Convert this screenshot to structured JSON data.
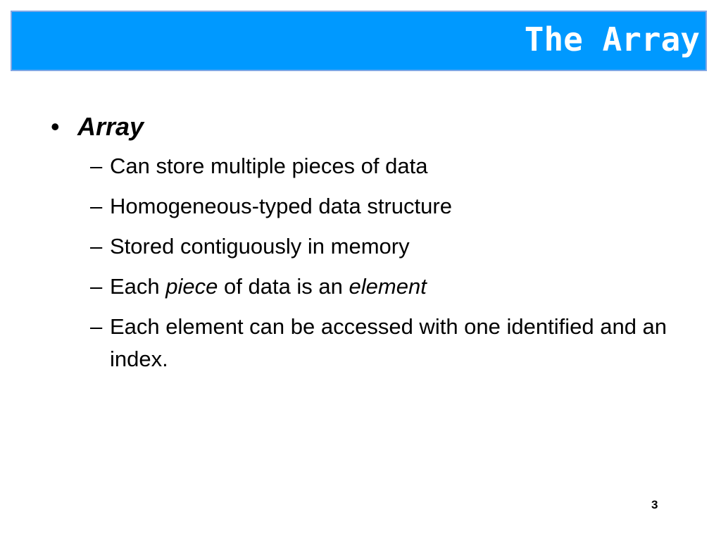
{
  "slide": {
    "title": "The Array",
    "bullet": {
      "marker": "•",
      "text": "Array"
    },
    "sub_items": [
      {
        "dash": "–",
        "text": "Can store multiple pieces of data"
      },
      {
        "dash": "–",
        "text": "Homogeneous-typed data structure"
      },
      {
        "dash": "–",
        "text": "Stored contiguously in memory"
      },
      {
        "dash": "–",
        "parts": [
          "Each ",
          "piece",
          " of data is an ",
          "element"
        ]
      },
      {
        "dash": "–",
        "text": "Each element can be accessed with one identified and an index."
      }
    ],
    "page_number": "3"
  },
  "colors": {
    "title_bar": "#0099ff",
    "title_border": "#7fa7e6",
    "title_text": "#ffffff"
  }
}
